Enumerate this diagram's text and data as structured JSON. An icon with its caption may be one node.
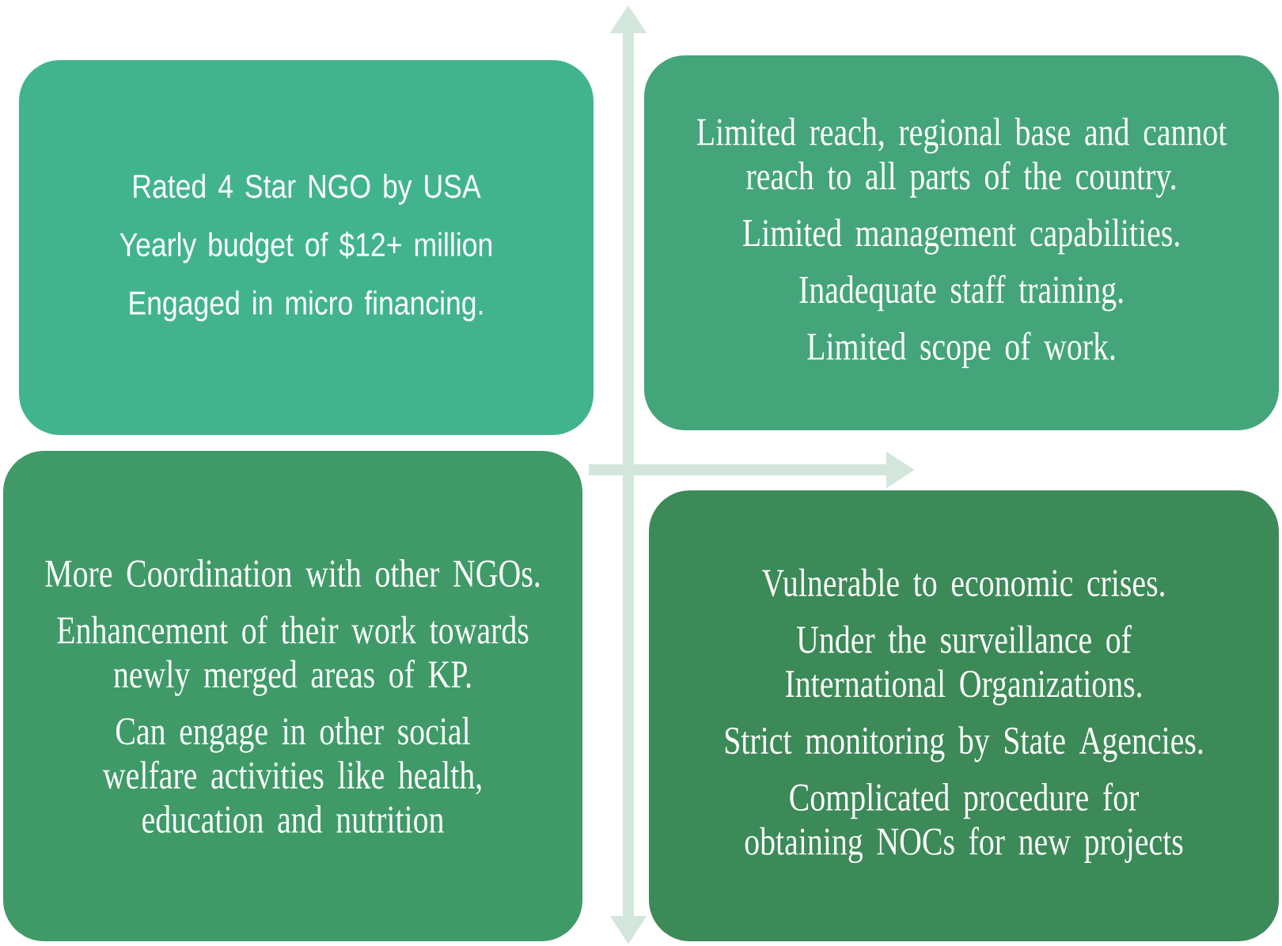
{
  "diagram": {
    "nodes": [
      {
        "text": [
          "Rated 4 Star NGO by USA",
          "Yearly budget of $12+ million",
          "Engaged in micro financing."
        ]
      },
      {
        "text": [
          "Limited reach, regional base and cannot reach to all parts of the country.",
          "Limited management capabilities.",
          "Inadequate staff training.",
          "Limited scope of work."
        ]
      },
      {
        "text": [
          "More Coordination with other NGOs.",
          "Enhancement of their work towards newly merged areas of KP.",
          "Can engage in other social welfare activities like health, education and nutrition"
        ]
      },
      {
        "text": [
          "Vulnerable to economic crises.",
          "Under the surveillance of International Organizations.",
          "Strict monitoring by State Agencies.",
          "Complicated procedure for obtaining NOCs for new projects"
        ]
      }
    ],
    "edges": []
  }
}
